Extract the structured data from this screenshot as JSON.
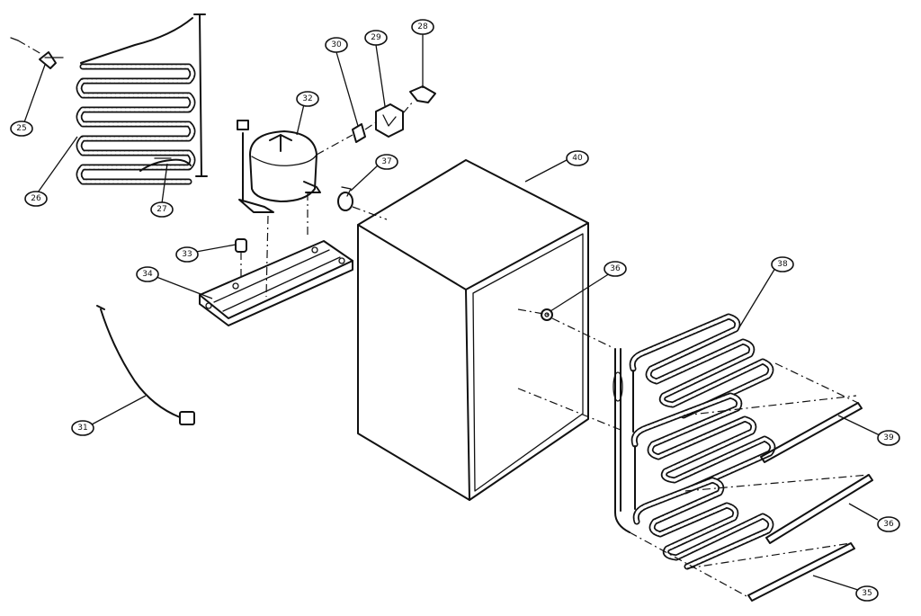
{
  "callouts": [
    {
      "id": "c25",
      "label": "25"
    },
    {
      "id": "c26",
      "label": "26"
    },
    {
      "id": "c27",
      "label": "27"
    },
    {
      "id": "c28",
      "label": "28"
    },
    {
      "id": "c29",
      "label": "29"
    },
    {
      "id": "c30",
      "label": "30"
    },
    {
      "id": "c31",
      "label": "31"
    },
    {
      "id": "c32",
      "label": "32"
    },
    {
      "id": "c33",
      "label": "33"
    },
    {
      "id": "c34",
      "label": "34"
    },
    {
      "id": "c35",
      "label": "35"
    },
    {
      "id": "c36a",
      "label": "36"
    },
    {
      "id": "c36b",
      "label": "36"
    },
    {
      "id": "c37",
      "label": "37"
    },
    {
      "id": "c38",
      "label": "38"
    },
    {
      "id": "c39",
      "label": "39"
    },
    {
      "id": "c40",
      "label": "40"
    }
  ]
}
